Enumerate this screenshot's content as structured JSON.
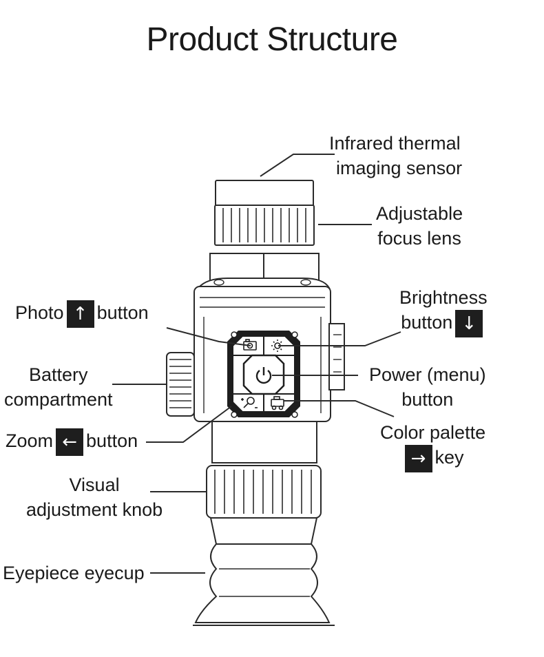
{
  "title": "Product Structure",
  "labels": {
    "sensor": [
      "Infrared thermal",
      "imaging sensor"
    ],
    "focus": [
      "Adjustable",
      "focus lens"
    ],
    "brightness": [
      "Brightness",
      "button"
    ],
    "photo_pre": "Photo",
    "photo_post": "button",
    "battery": [
      "Battery",
      "compartment"
    ],
    "power": [
      "Power (menu)",
      "button"
    ],
    "zoom_pre": "Zoom",
    "zoom_post": "button",
    "palette": [
      "Color palette",
      "key"
    ],
    "visual": [
      "Visual",
      "adjustment knob"
    ],
    "eyecup": "Eyepiece eyecup"
  },
  "keys": {
    "up": "↑",
    "down": "↓",
    "left": "←",
    "right": "→"
  },
  "colors": {
    "key_bg": "#1e1e1e",
    "line": "#2a2a2a",
    "device_fill": "#ffffff"
  },
  "icons": {
    "photo": "camera-icon",
    "brightness": "sun-icon",
    "power": "power-icon",
    "zoom": "magnifier-icon",
    "palette": "palette-icon"
  }
}
